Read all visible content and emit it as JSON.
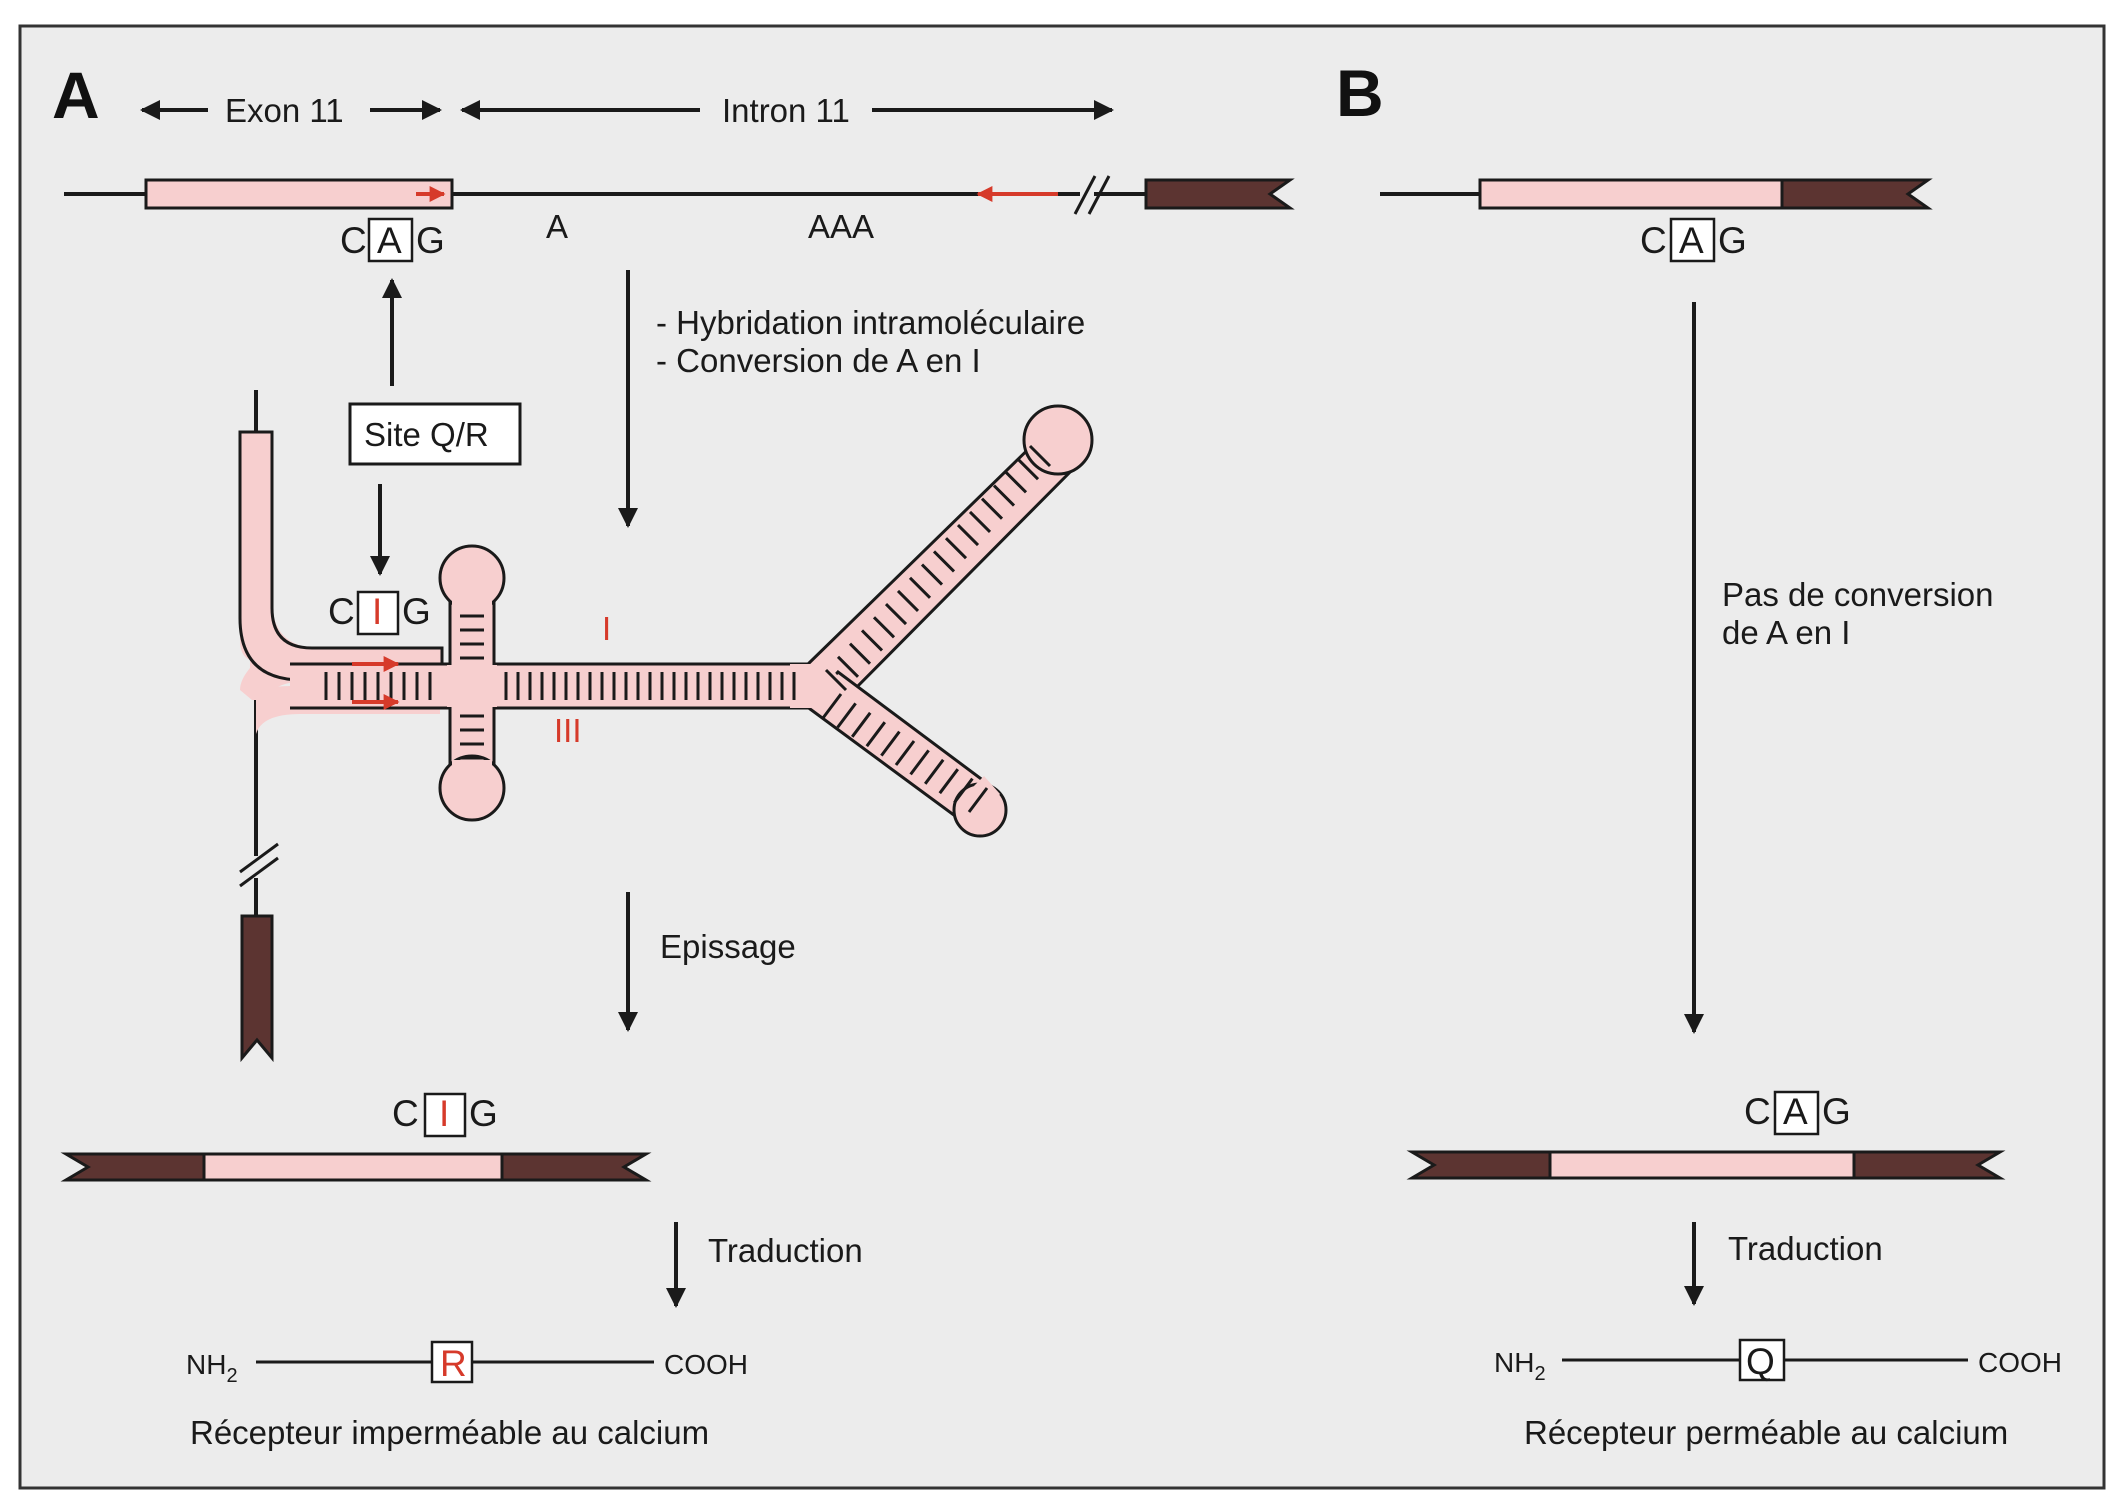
{
  "panels": {
    "a": "A",
    "b": "B"
  },
  "a": {
    "exon_label": "Exon 11",
    "intron_label": "Intron 11",
    "codon_top": {
      "c": "C",
      "mid": "A",
      "g": "G"
    },
    "intron_a": "A",
    "intron_aaa": "AAA",
    "steps": [
      "- Hybridation intramoléculaire",
      "- Conversion de A en I"
    ],
    "site_box": "Site Q/R",
    "codon_hairpin": {
      "c": "C",
      "mid": "I",
      "g": "G"
    },
    "hairpin_i": "I",
    "hairpin_iii": "III",
    "splicing": "Epissage",
    "codon_spliced": {
      "c": "C",
      "mid": "I",
      "g": "G"
    },
    "translation": "Traduction",
    "protein": {
      "n": "NH",
      "n_sub": "2",
      "aa": "R",
      "c": "COOH"
    },
    "result": "Récepteur imperméable au calcium"
  },
  "b": {
    "codon_top": {
      "c": "C",
      "mid": "A",
      "g": "G"
    },
    "no_conversion": [
      "Pas de conversion",
      "de A en I"
    ],
    "codon_bottom": {
      "c": "C",
      "mid": "A",
      "g": "G"
    },
    "translation": "Traduction",
    "protein": {
      "n": "NH",
      "n_sub": "2",
      "aa": "Q",
      "c": "COOH"
    },
    "result": "Récepteur perméable au calcium"
  },
  "colors": {
    "frame": "#ececec",
    "exon": "#f7cfcf",
    "dark_exon": "#5c3431",
    "accent": "#d63a2a"
  }
}
